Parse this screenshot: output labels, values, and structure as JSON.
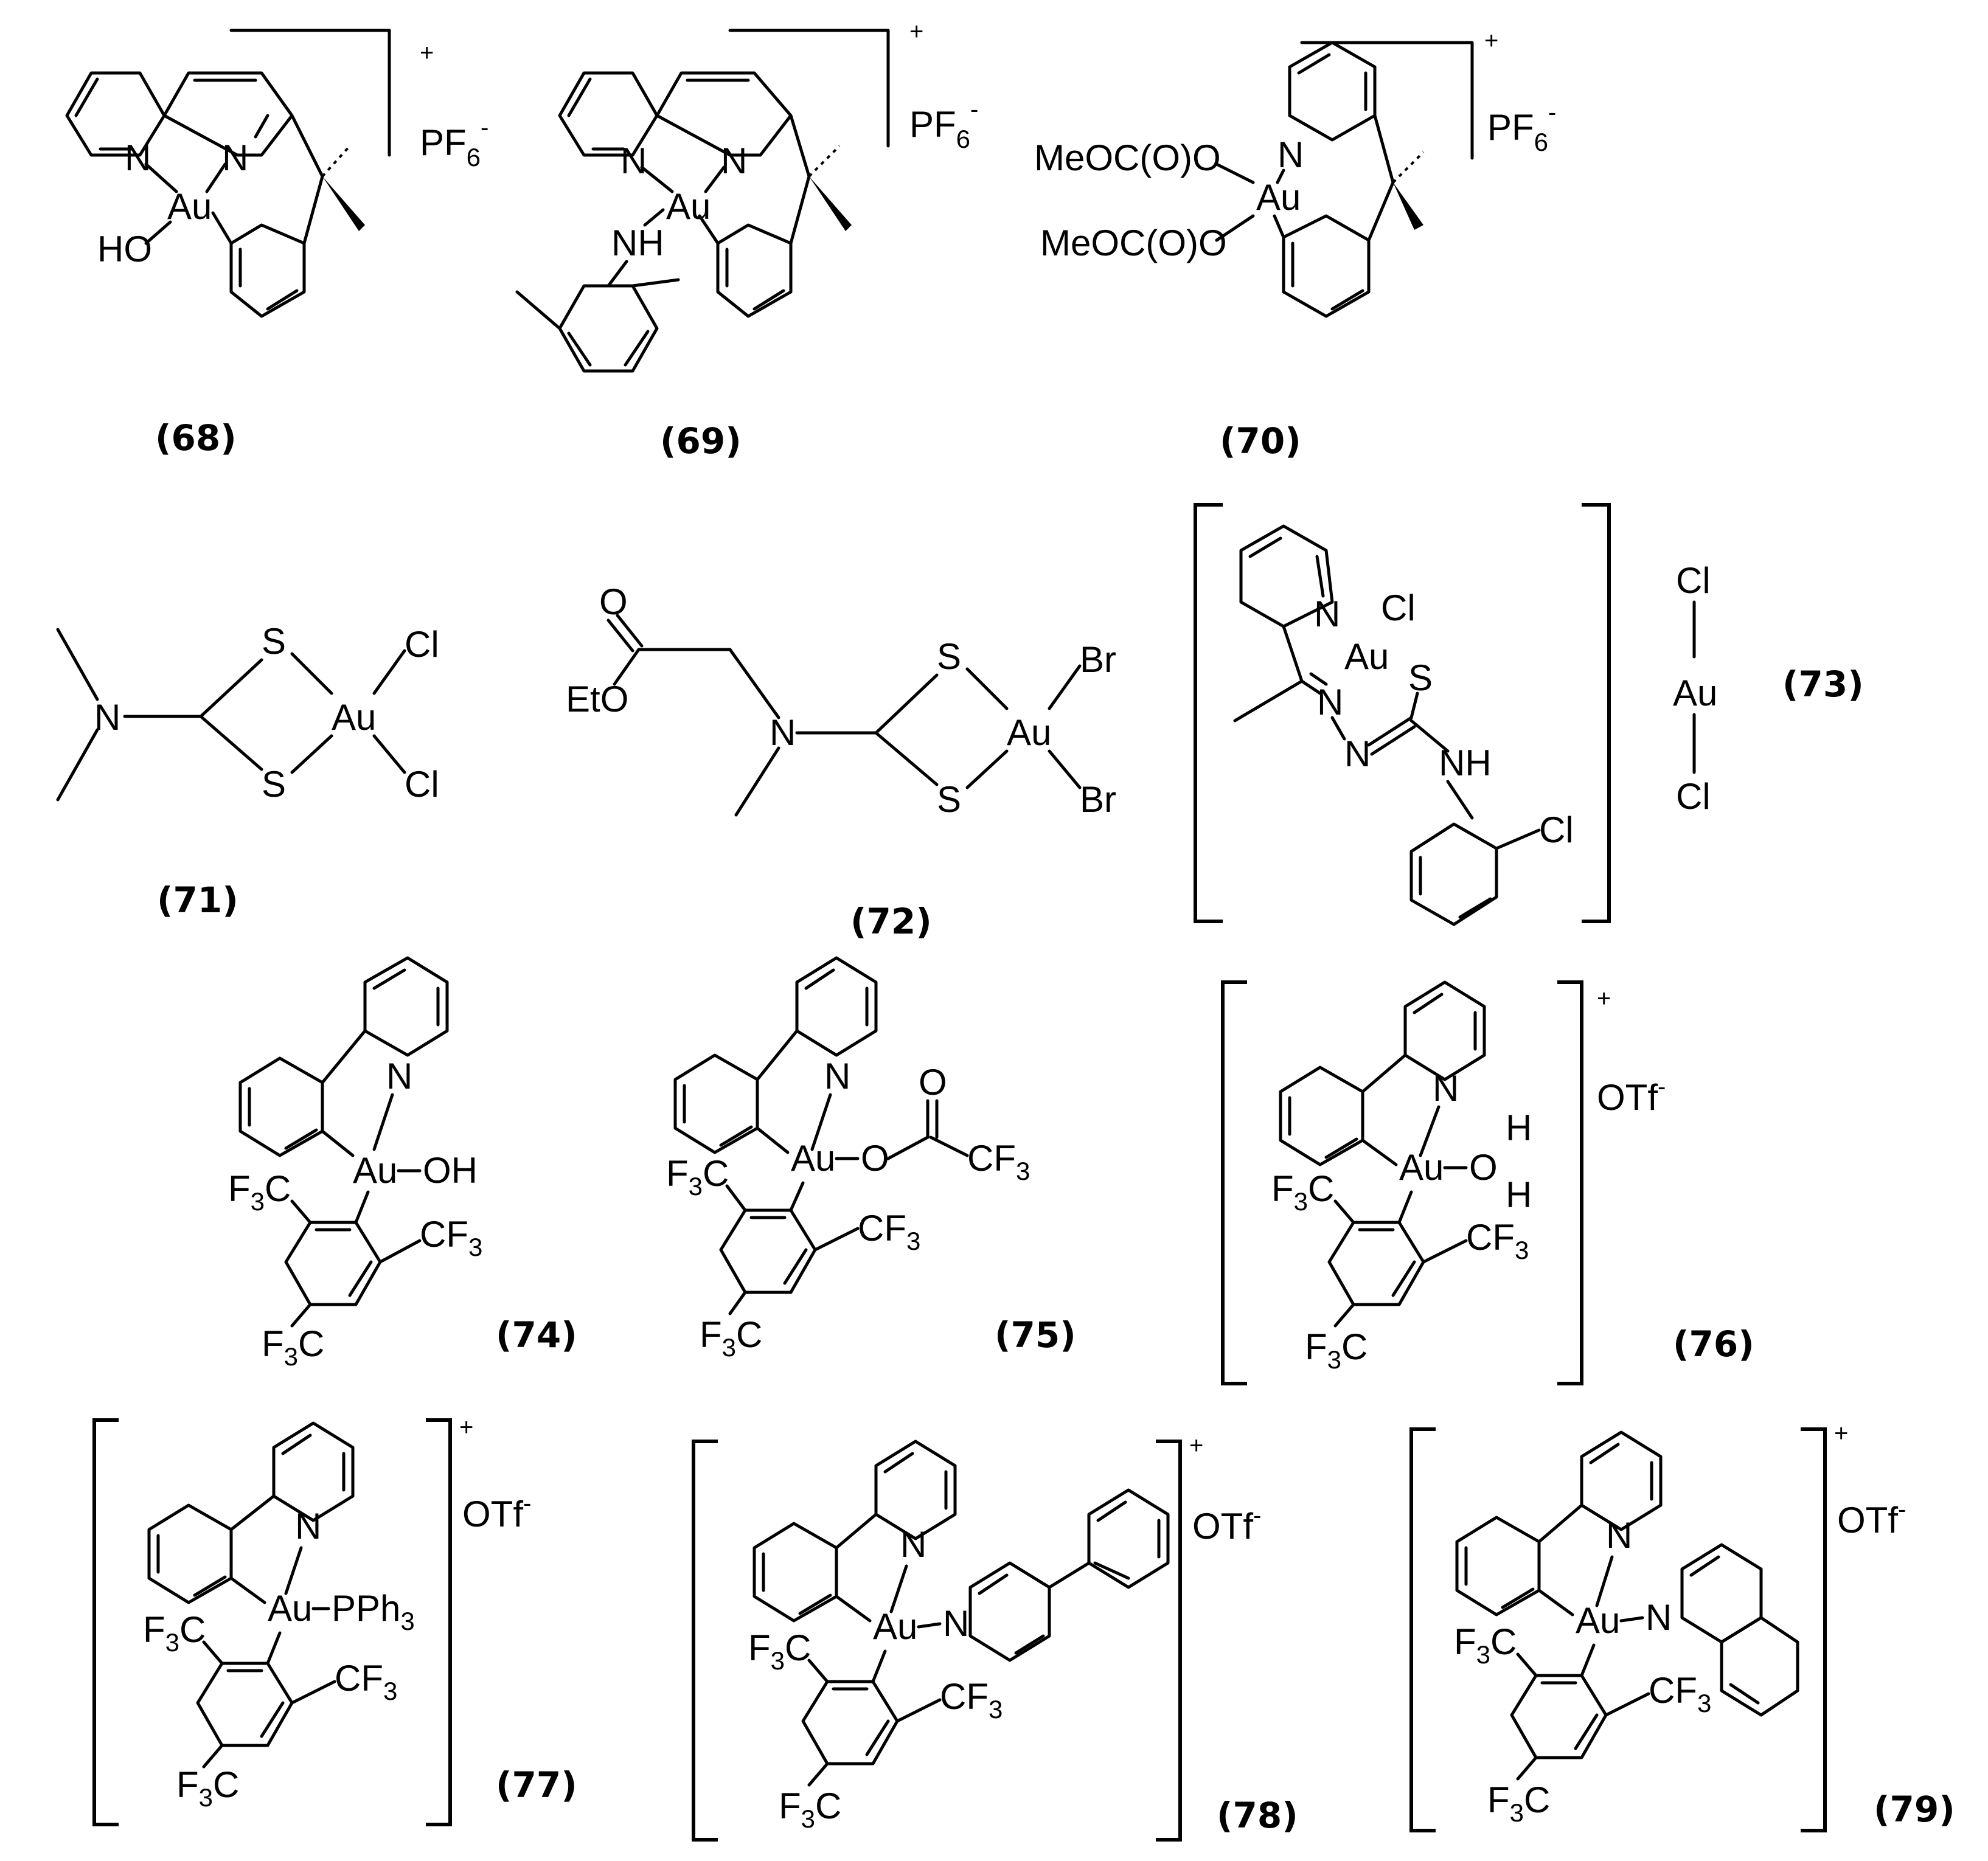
{
  "compounds": [
    {
      "id": "(68)",
      "charge": "+",
      "counterion": "PF",
      "counterion_sub": "6",
      "counterion_sup": "-",
      "ligand": "HO"
    },
    {
      "id": "(69)",
      "charge": "+",
      "counterion": "PF",
      "counterion_sub": "6",
      "counterion_sup": "-",
      "ligand": "NH"
    },
    {
      "id": "(70)",
      "charge": "+",
      "counterion": "PF",
      "counterion_sub": "6",
      "counterion_sup": "-",
      "ligand1": "MeOC(O)O",
      "ligand2": "MeOC(O)O"
    },
    {
      "id": "(71)",
      "n_label": "N",
      "s1": "S",
      "s2": "S",
      "x1": "Cl",
      "x2": "Cl"
    },
    {
      "id": "(72)",
      "o_label": "O",
      "eto": "EtO",
      "n_label": "N",
      "s1": "S",
      "s2": "S",
      "x1": "Br",
      "x2": "Br"
    },
    {
      "id": "(73)",
      "x1": "Cl",
      "s_label": "S",
      "nh": "NH",
      "cl_aryl": "Cl",
      "anion_cl1": "Cl",
      "anion_au": "Au",
      "anion_cl2": "Cl"
    },
    {
      "id": "(74)",
      "ligand": "OH"
    },
    {
      "id": "(75)",
      "ligand_o": "O",
      "carbonyl_o": "O",
      "cf3": "CF"
    },
    {
      "id": "(76)",
      "charge": "+",
      "counterion": "OTf",
      "counterion_sup": "-",
      "ligand_o": "O",
      "h1": "H",
      "h2": "H"
    },
    {
      "id": "(77)",
      "charge": "+",
      "counterion": "OTf",
      "counterion_sup": "-",
      "ligand": "PPh"
    },
    {
      "id": "(78)",
      "charge": "+",
      "counterion": "OTf",
      "counterion_sup": "-",
      "ligand_n": "N"
    },
    {
      "id": "(79)",
      "charge": "+",
      "counterion": "OTf",
      "counterion_sup": "-",
      "ligand_n": "N"
    }
  ],
  "atoms": {
    "au": "Au",
    "n": "N",
    "cf": "CF",
    "three": "3",
    "f3c_f": "F",
    "f3c_c": "C"
  }
}
